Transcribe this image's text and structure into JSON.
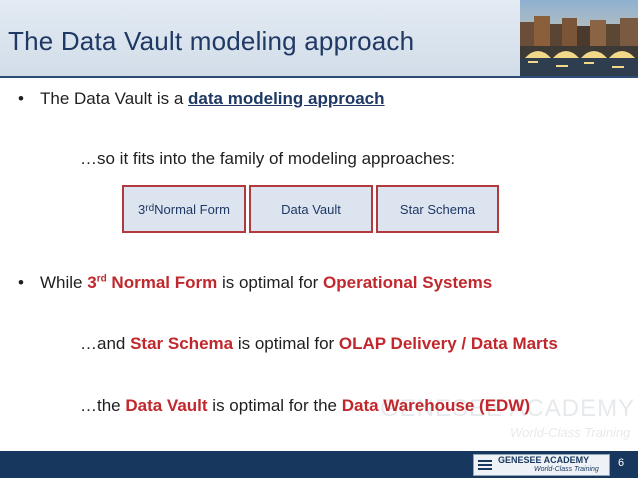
{
  "slide": {
    "title": "The Data Vault modeling approach",
    "bullet1": {
      "prefix": "The Data Vault is a ",
      "highlight": "data modeling approach"
    },
    "sub1": "…so it fits into the family of modeling approaches:",
    "boxes": [
      {
        "label_base": "3",
        "label_sup": "rd",
        "label_rest": " Normal Form"
      },
      {
        "label": "Data Vault"
      },
      {
        "label": "Star Schema"
      }
    ],
    "bullet2": {
      "a": "While ",
      "b_base": "3",
      "b_sup": "rd",
      "b_rest": " Normal Form",
      "c": " is optimal for ",
      "d": "Operational Systems"
    },
    "sub2": {
      "a": "…and ",
      "b": "Star Schema",
      "c": " is optimal for ",
      "d": "OLAP Delivery / Data Marts"
    },
    "sub3": {
      "a": "…the ",
      "b": "Data Vault",
      "c": " is optimal for the ",
      "d": "Data Warehouse (EDW)"
    },
    "watermark": {
      "name": "GENESEE ACADEMY",
      "tagline": "World-Class Training"
    },
    "footer": {
      "logo_name": "GENESEE ACADEMY",
      "logo_tagline": "World-Class Training",
      "page_number": "6"
    },
    "colors": {
      "title": "#1f3864",
      "accent_red": "#c0282d",
      "footer": "#17375e"
    }
  }
}
